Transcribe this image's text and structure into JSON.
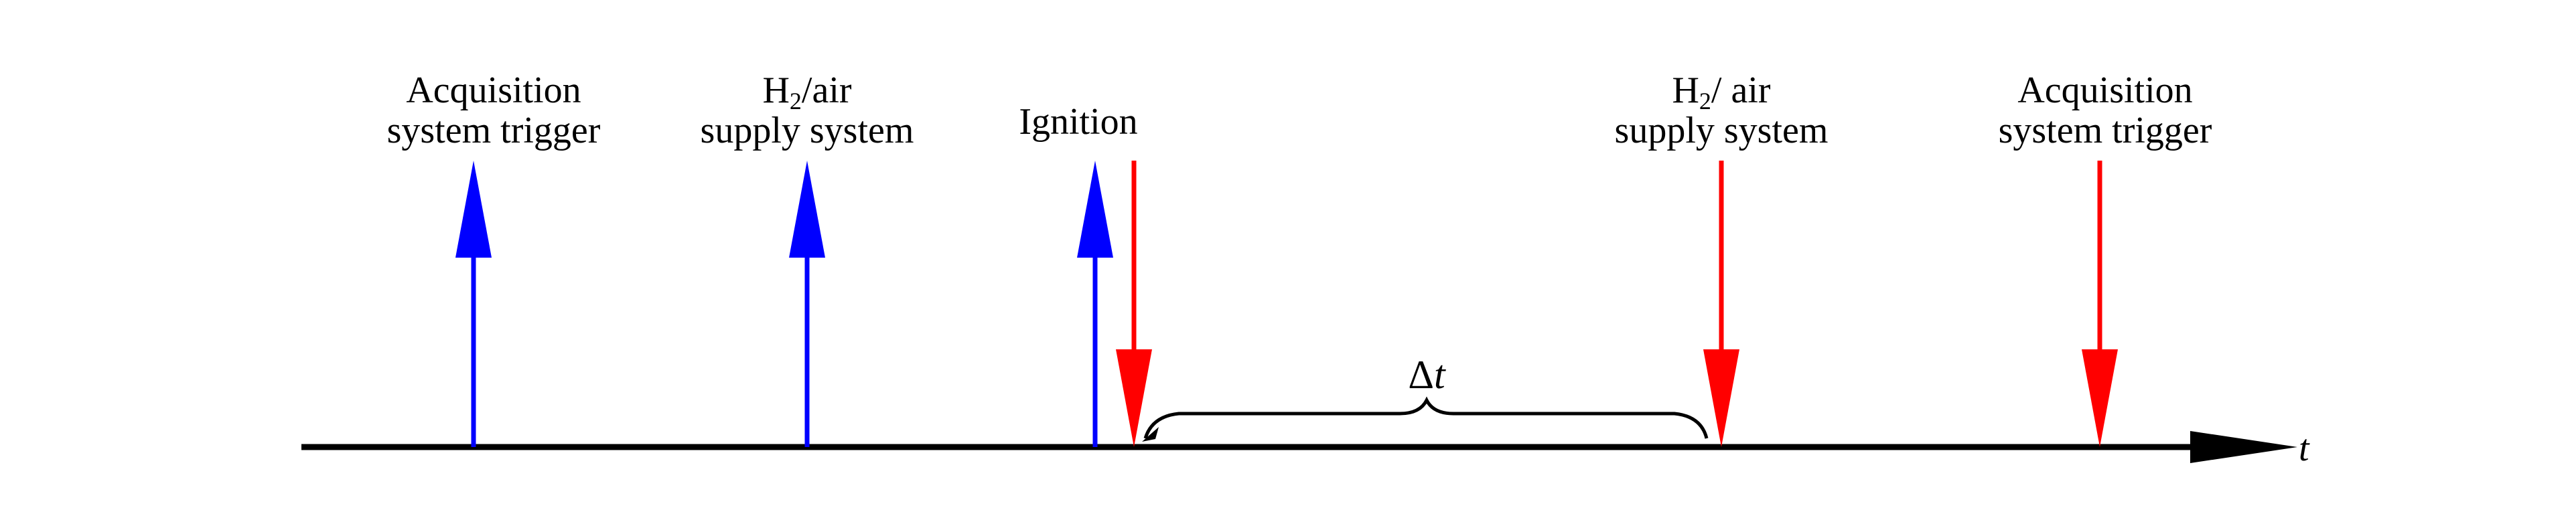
{
  "timeline": {
    "axis_label": "t",
    "interval_label_symbol": "Δ",
    "interval_label_var": "t"
  },
  "events": [
    {
      "id": "acq-trigger-start",
      "line1": "Acquisition",
      "line2": "system trigger",
      "direction": "up",
      "color": "#0000ff"
    },
    {
      "id": "supply-start",
      "line1_main": "H",
      "line1_sub": "2",
      "line1_rest": "/air",
      "line2": "supply system",
      "direction": "up",
      "color": "#0000ff"
    },
    {
      "id": "ignition",
      "line1": "Ignition",
      "direction": "up",
      "color": "#0000ff"
    },
    {
      "id": "ignition-end",
      "direction": "down",
      "color": "#ff0000"
    },
    {
      "id": "supply-stop",
      "line1_main": "H",
      "line1_sub": "2",
      "line1_rest": "/ air",
      "line2": "supply system",
      "direction": "down",
      "color": "#ff0000"
    },
    {
      "id": "acq-trigger-stop",
      "line1": "Acquisition",
      "line2": "system trigger",
      "direction": "down",
      "color": "#ff0000"
    }
  ],
  "colors": {
    "start_arrow": "#0000ff",
    "stop_arrow": "#ff0000",
    "axis": "#000000"
  }
}
